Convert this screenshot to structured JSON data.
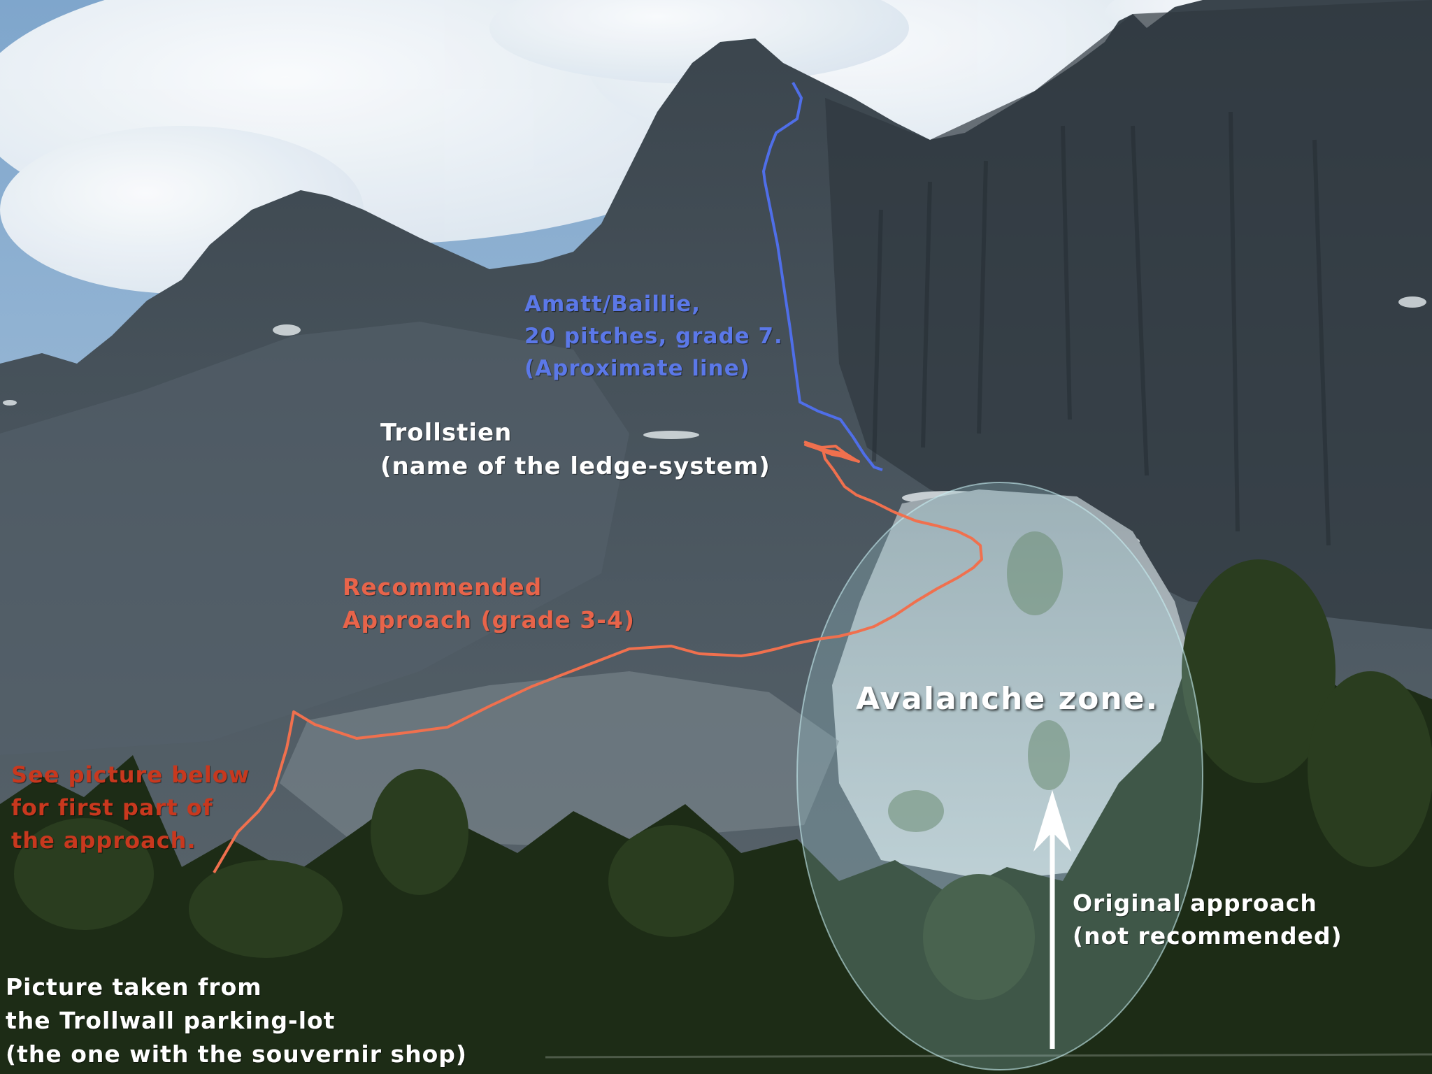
{
  "annotations": {
    "route": {
      "lines": [
        "Amatt/Baillie,",
        "20 pitches, grade 7.",
        "(Aproximate line)"
      ],
      "color": "#5b78e8"
    },
    "ledge": {
      "lines": [
        "Trollstien",
        "(name of the ledge-system)"
      ],
      "color": "#ffffff"
    },
    "approach": {
      "lines": [
        "Recommended",
        "Approach (grade 3-4)"
      ],
      "color": "#e8644a"
    },
    "see_below": {
      "lines": [
        "See picture below",
        "for first part of",
        "the approach."
      ],
      "color": "#c8381e"
    },
    "avalanche": {
      "text": "Avalanche zone.",
      "color": "#ffffff"
    },
    "original": {
      "lines": [
        "Original approach",
        "(not recommended)"
      ],
      "color": "#ffffff"
    },
    "taken_from": {
      "lines": [
        "Picture taken from",
        "the Trollwall parking-lot",
        "(the one with the souvernir shop)"
      ],
      "color": "#ffffff"
    }
  },
  "colors": {
    "sky": "#8fb2d4",
    "cloud": "#eef3f8",
    "rock": "#4a5660",
    "rock_dark": "#2d353c",
    "snow_slab": "#c9d2d6",
    "forest": "#1f3018",
    "route_line": "#4f6ee8",
    "approach_line": "#f0704e",
    "zone_fill": "#a8d8e0",
    "arrow": "#ffffff"
  }
}
